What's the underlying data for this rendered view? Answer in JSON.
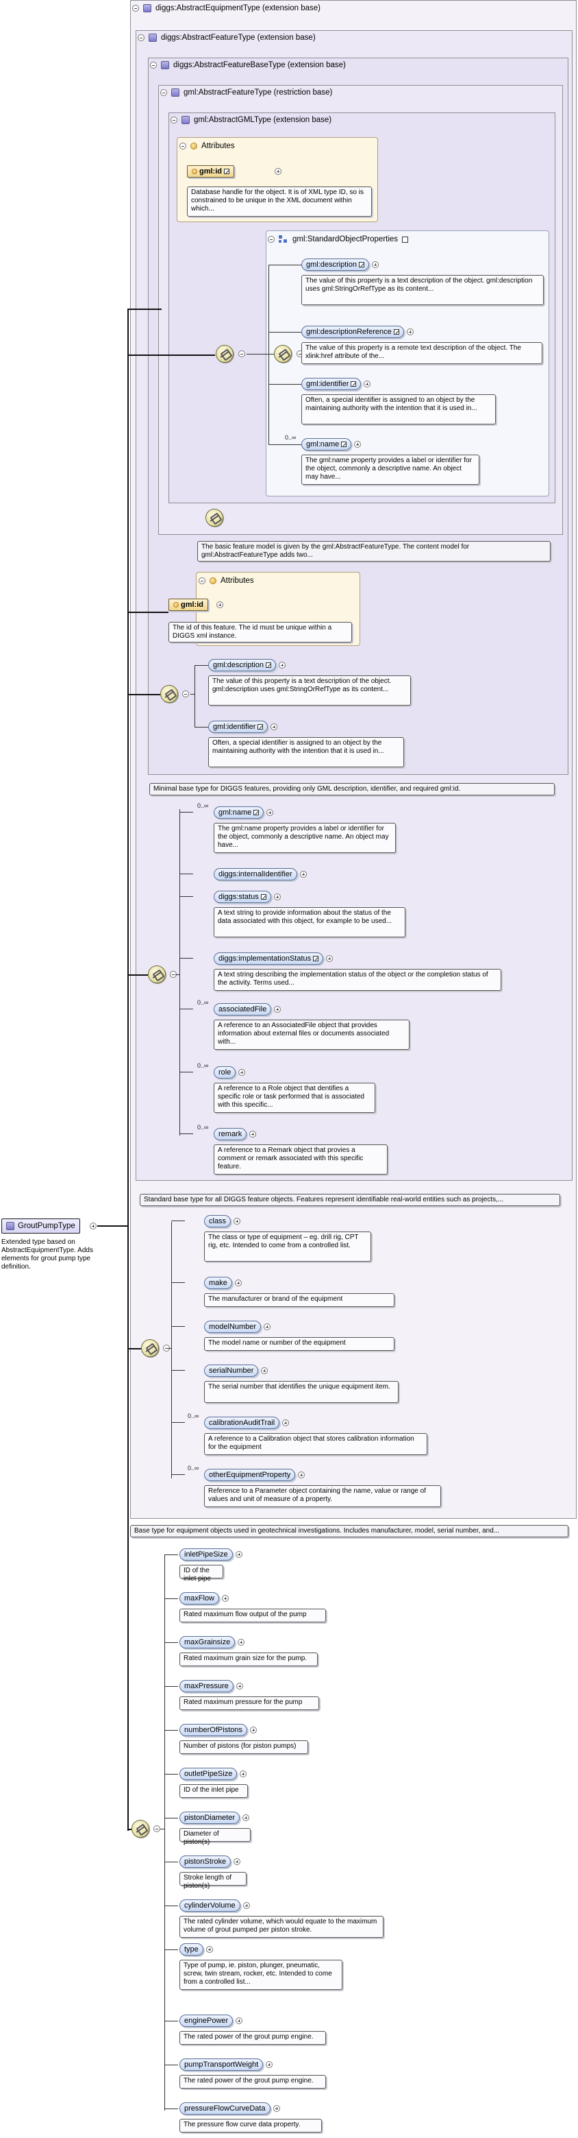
{
  "root": {
    "label": "GroutPumpType",
    "doc": "Extended type based on AbstractEquipmentType. Adds elements for grout pump type definition."
  },
  "types": {
    "equipment": "diggs:AbstractEquipmentType (extension base)",
    "feature": "diggs:AbstractFeatureType (extension base)",
    "featureBase": "diggs:AbstractFeatureBaseType (extension base)",
    "gmlFeature": "gml:AbstractFeatureType (restriction base)",
    "gmlGML": "gml:AbstractGMLType (extension base)"
  },
  "attributes_label": "Attributes",
  "gml": {
    "id_label": "gml:id",
    "id_doc": "Database handle for the object. It is of XML type ID, so is constrained to be unique in the XML document within which...",
    "std_props": "gml:StandardObjectProperties",
    "items": [
      {
        "label": "gml:description",
        "doc": "The value of this property is a text description of the object. gml:description uses gml:StringOrRefType as its content..."
      },
      {
        "label": "gml:descriptionReference",
        "doc": "The value of this property is a remote text description of the object. The xlink:href attribute of the..."
      },
      {
        "label": "gml:identifier",
        "doc": "Often, a special identifier is assigned to an object by the maintaining authority with the intention that it is used in..."
      },
      {
        "label": "gml:name",
        "card": "0..∞",
        "doc": "The gml:name property provides a label or identifier for the object, commonly a descriptive name. An object may have..."
      }
    ],
    "feature_doc": "The basic feature model is given by the gml:AbstractFeatureType. The content model for gml:AbstractFeatureType adds two..."
  },
  "featureBase": {
    "id_label": "gml:id",
    "id_doc": "The id of this feature. The id must be unique within a DIGGS xml instance.",
    "items": [
      {
        "label": "gml:description",
        "doc": "The value of this property is a text description of the object. gml:description uses gml:StringOrRefType as its content..."
      },
      {
        "label": "gml:identifier",
        "doc": "Often, a special identifier is assigned to an object by the maintaining authority with the intention that it is used in..."
      }
    ],
    "doc": "Minimal base type for DIGGS features, providing only GML description, identifier, and required gml:id."
  },
  "feature": {
    "items": [
      {
        "label": "gml:name",
        "card": "0..∞",
        "doc": "The gml:name property provides a label or identifier for the object, commonly a descriptive name. An object may have..."
      },
      {
        "label": "diggs:internalIdentifier",
        "card": "",
        "doc": ""
      },
      {
        "label": "diggs:status",
        "card": "",
        "doc": "A text string to provide information about the status of the data associated with this object, for example to be used..."
      },
      {
        "label": "diggs:implementationStatus",
        "card": "",
        "doc": "A text string describing the implementation status of the object or the completion status of the activity. Terms used..."
      },
      {
        "label": "associatedFile",
        "card": "0..∞",
        "doc": "A reference to an AssociatedFile object that provides information about external files or documents associated with..."
      },
      {
        "label": "role",
        "card": "0..∞",
        "doc": "A reference to a Role object that dentifies a specific role or task performed that is associated with this specific..."
      },
      {
        "label": "remark",
        "card": "0..∞",
        "doc": "A reference to a Remark object that provies a comment or remark associated with this specific feature."
      }
    ],
    "doc": "Standard base type for all DIGGS feature objects. Features represent identifiable real-world entities such as projects,..."
  },
  "equipment": {
    "items": [
      {
        "label": "class",
        "card": "",
        "doc": "The class or type of equipment – eg. drill rig, CPT rig, etc. Intended to come from a controlled list."
      },
      {
        "label": "make",
        "card": "",
        "doc": "The manufacturer or brand of the equipment"
      },
      {
        "label": "modelNumber",
        "card": "",
        "doc": "The model name or number of the equipment"
      },
      {
        "label": "serialNumber",
        "card": "",
        "doc": "The serial number that identifies the unique equipment item."
      },
      {
        "label": "calibrationAuditTrail",
        "card": "0..∞",
        "doc": "A reference to a Calibration object that stores calibration information for the equipment"
      },
      {
        "label": "otherEquipmentProperty",
        "card": "0..∞",
        "doc": "Reference to a Parameter object containing the name, value or range of values and unit of measure of a property."
      }
    ],
    "doc": "Base type for equipment objects used in geotechnical investigations. Includes manufacturer, model, serial number, and..."
  },
  "grout": {
    "items": [
      {
        "label": "inletPipeSize",
        "doc": "ID of the inlet pipe"
      },
      {
        "label": "maxFlow",
        "doc": "Rated maximum flow output of the pump"
      },
      {
        "label": "maxGrainsize",
        "doc": "Rated maximum grain size for the pump."
      },
      {
        "label": "maxPressure",
        "doc": "Rated maximum pressure for the pump"
      },
      {
        "label": "numberOfPistons",
        "doc": "Number of pistons (for piston pumps)"
      },
      {
        "label": "outletPipeSize",
        "doc": "ID of the inlet pipe"
      },
      {
        "label": "pistonDiameter",
        "doc": "Diameter of piston(s)"
      },
      {
        "label": "pistonStroke",
        "doc": "Stroke length of piston(s)"
      },
      {
        "label": "cylinderVolume",
        "doc": "The rated cylinder volume, which would equate to the maximum volume of grout pumped per piston stroke."
      },
      {
        "label": "type",
        "doc": "Type of pump, ie. piston, plunger, pneumatic, screw, twin stream, rocker, etc. Intended to come from a controlled list..."
      },
      {
        "label": "enginePower",
        "doc": "The rated power of the grout pump engine."
      },
      {
        "label": "pumpTransportWeight",
        "doc": "The rated power of the grout pump engine."
      },
      {
        "label": "pressureFlowCurveData",
        "doc": "The pressure flow curve data property."
      }
    ]
  }
}
